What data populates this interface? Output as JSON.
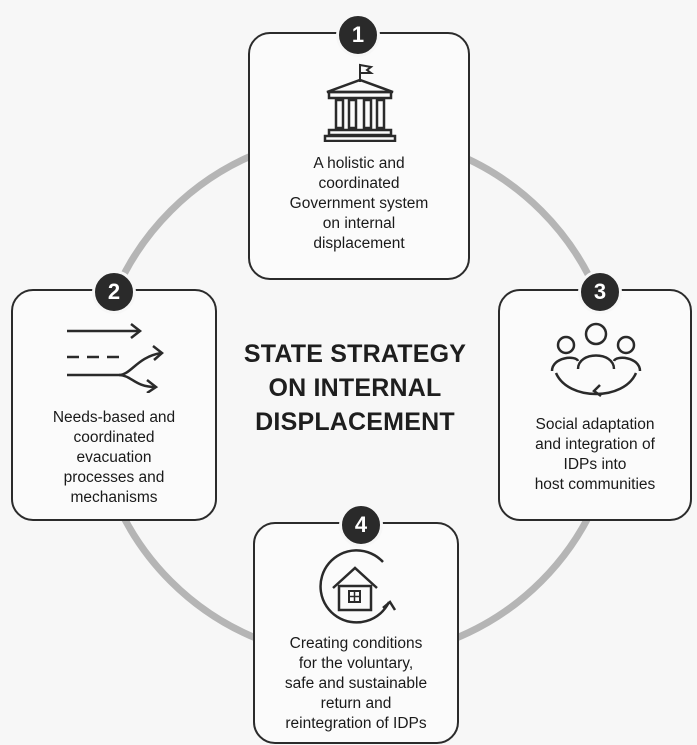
{
  "title": "STATE STRATEGY\nON INTERNAL\nDISPLACEMENT",
  "steps": [
    {
      "number": "1",
      "text": "A holistic and\ncoordinated\nGovernment system\non internal\ndisplacement",
      "icon": "government-building-icon"
    },
    {
      "number": "2",
      "text": "Needs-based and\ncoordinated\nevacuation\nprocesses and\nmechanisms",
      "icon": "evacuation-arrows-icon"
    },
    {
      "number": "3",
      "text": "Social adaptation\nand integration of\nIDPs into\nhost communities",
      "icon": "community-people-icon"
    },
    {
      "number": "4",
      "text": "Creating conditions\nfor the voluntary,\nsafe and sustainable\nreturn and\nreintegration of IDPs",
      "icon": "house-return-icon"
    }
  ],
  "colors": {
    "ring": "#b5b5b5",
    "badge": "#2a2a2a",
    "card_border": "#2b2b2b"
  }
}
